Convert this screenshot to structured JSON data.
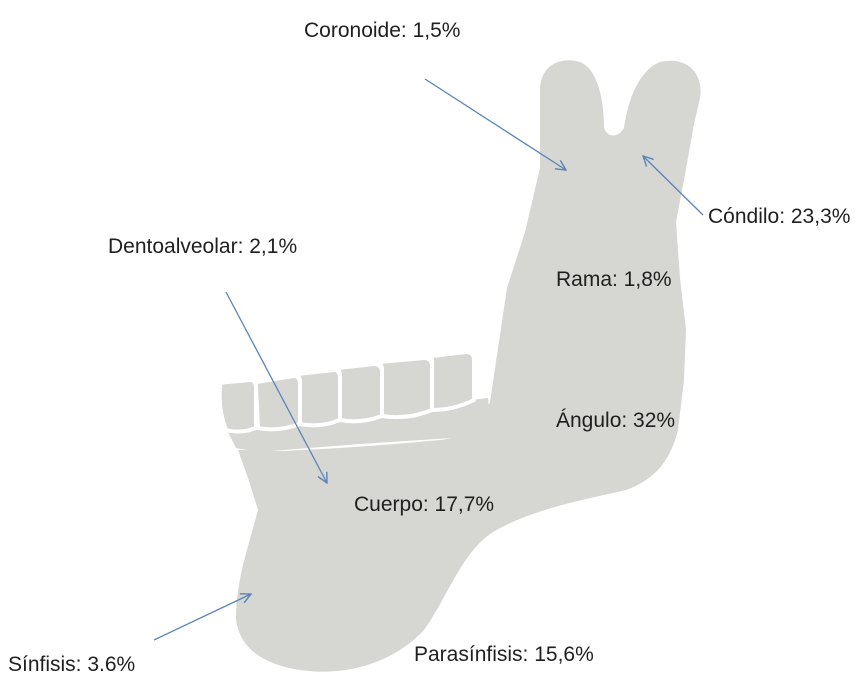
{
  "labels": {
    "coronoide": "Coronoide: 1,5%",
    "condilo": "Cóndilo: 23,3%",
    "dentoalveolar": "Dentoalveolar: 2,1%",
    "rama": "Rama: 1,8%",
    "angulo": "Ángulo: 32%",
    "cuerpo": "Cuerpo: 17,7%",
    "sinfisis": "Sínfisis: 3.6%",
    "parasinfisis": "Parasínfisis: 15,6%"
  },
  "colors": {
    "bone": "#d6d6d2",
    "arrow": "#5b84b7",
    "text": "#1f1f1f"
  }
}
